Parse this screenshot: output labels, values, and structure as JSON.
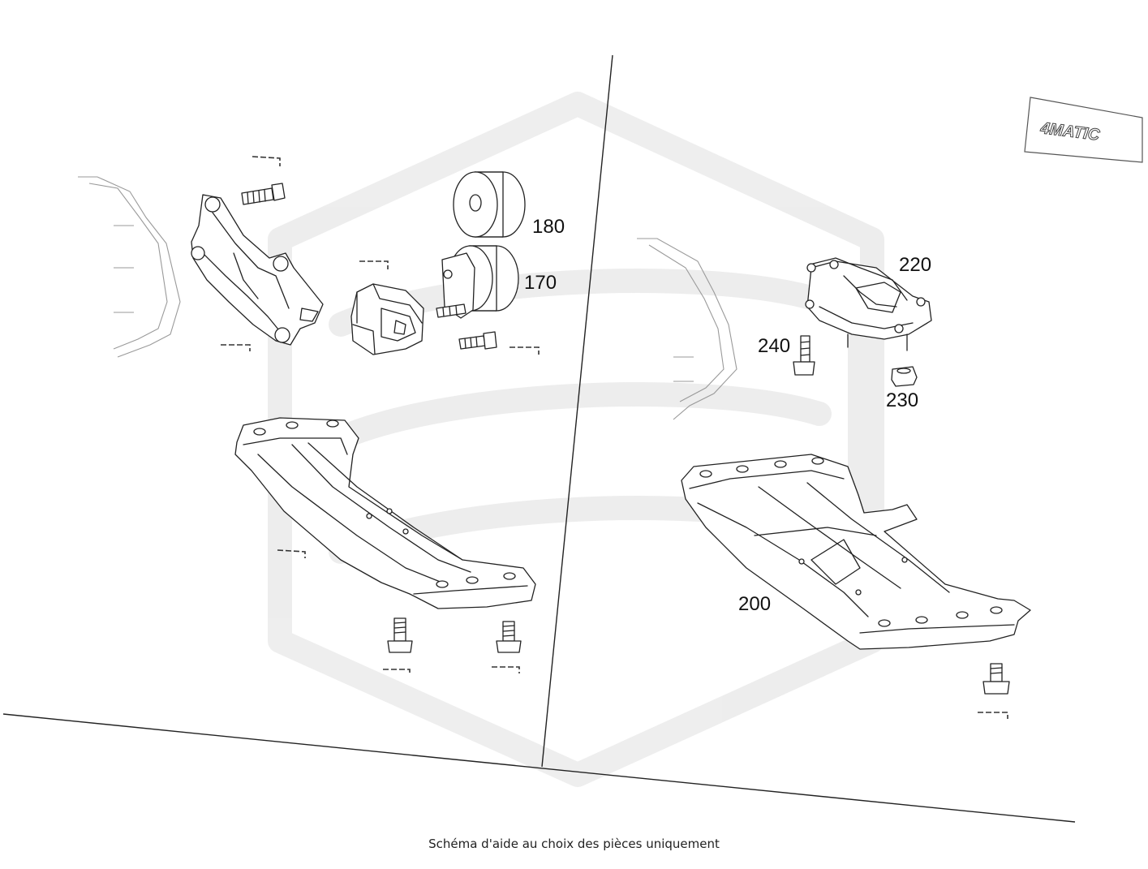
{
  "diagram": {
    "badge": "4MATIC",
    "labels": {
      "p180": "180",
      "p170": "170",
      "p220": "220",
      "p240": "240",
      "p230": "230",
      "p200": "200"
    }
  },
  "footer": {
    "caption": "Schéma d'aide au choix des pièces uniquement"
  }
}
